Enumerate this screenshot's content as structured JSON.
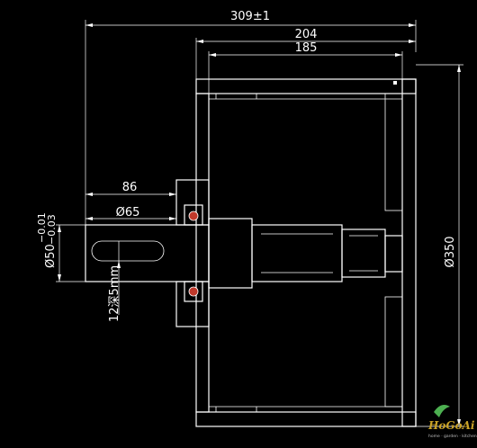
{
  "dimensions": {
    "overall_length": "309±1",
    "drum_width": "204",
    "inner_width": "185",
    "shaft_extension": "86",
    "shaft_neck_diameter": "Ø65",
    "shaft_diameter": "Ø50",
    "shaft_tolerance_upper": "−0.01",
    "shaft_tolerance_lower": "−0.03",
    "keyway": "12深5mm",
    "drum_diameter": "Ø350"
  },
  "watermark": {
    "brand": "HoGoAi",
    "tagline": "home · garden · kitchen"
  },
  "colors": {
    "background": "#000000",
    "lines": "#ffffff",
    "bearing": "#c0392b",
    "logo_gold": "#c9a227",
    "logo_leaf": "#4caf50"
  }
}
